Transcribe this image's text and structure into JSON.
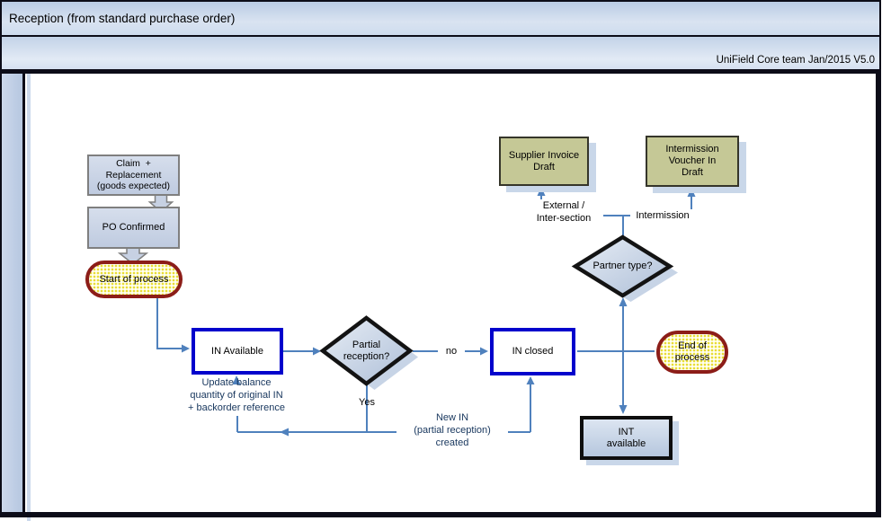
{
  "header": {
    "title": "Reception (from standard purchase order)",
    "subtitle": "UniField Core team Jan/2015 V5.0"
  },
  "nodes": {
    "claim": {
      "lines": [
        "Claim  +",
        "Replacement",
        "(goods expected)"
      ]
    },
    "po_confirmed": {
      "label": "PO Confirmed"
    },
    "start": {
      "label": "Start of process"
    },
    "in_available": {
      "label": "IN Available"
    },
    "partial_reception": {
      "label": "Partial reception?"
    },
    "in_closed": {
      "label": "IN closed"
    },
    "end": {
      "lines": [
        "End of",
        "process"
      ]
    },
    "partner_type": {
      "label": "Partner type?"
    },
    "supplier_invoice": {
      "lines": [
        "Supplier Invoice",
        "Draft"
      ]
    },
    "intermission_voucher": {
      "lines": [
        "Intermission",
        "Voucher In",
        "Draft"
      ]
    },
    "int_available": {
      "lines": [
        "INT",
        "available"
      ]
    }
  },
  "labels": {
    "update": {
      "lines": [
        "Update balance",
        "quantity of original IN",
        "+ backorder reference"
      ]
    },
    "yes": "Yes",
    "no": "no",
    "new_in": {
      "lines": [
        "New IN",
        "(partial reception)",
        "created"
      ]
    },
    "external": {
      "lines": [
        "External /",
        "Inter-section"
      ]
    },
    "intermission": "Intermission"
  },
  "colors": {
    "connector": "#4f81bd",
    "process_node_border": "#0202cc",
    "terminator_border": "#8c1d18",
    "terminator_fill": "#fffff2",
    "decision_fill_top": "#e7edf5",
    "decision_fill_bottom": "#aebfd8",
    "document_fill": "#c5c896",
    "header_background": "#c9d8ec",
    "frame": "#0c0c18",
    "note_text": "#17365d"
  }
}
